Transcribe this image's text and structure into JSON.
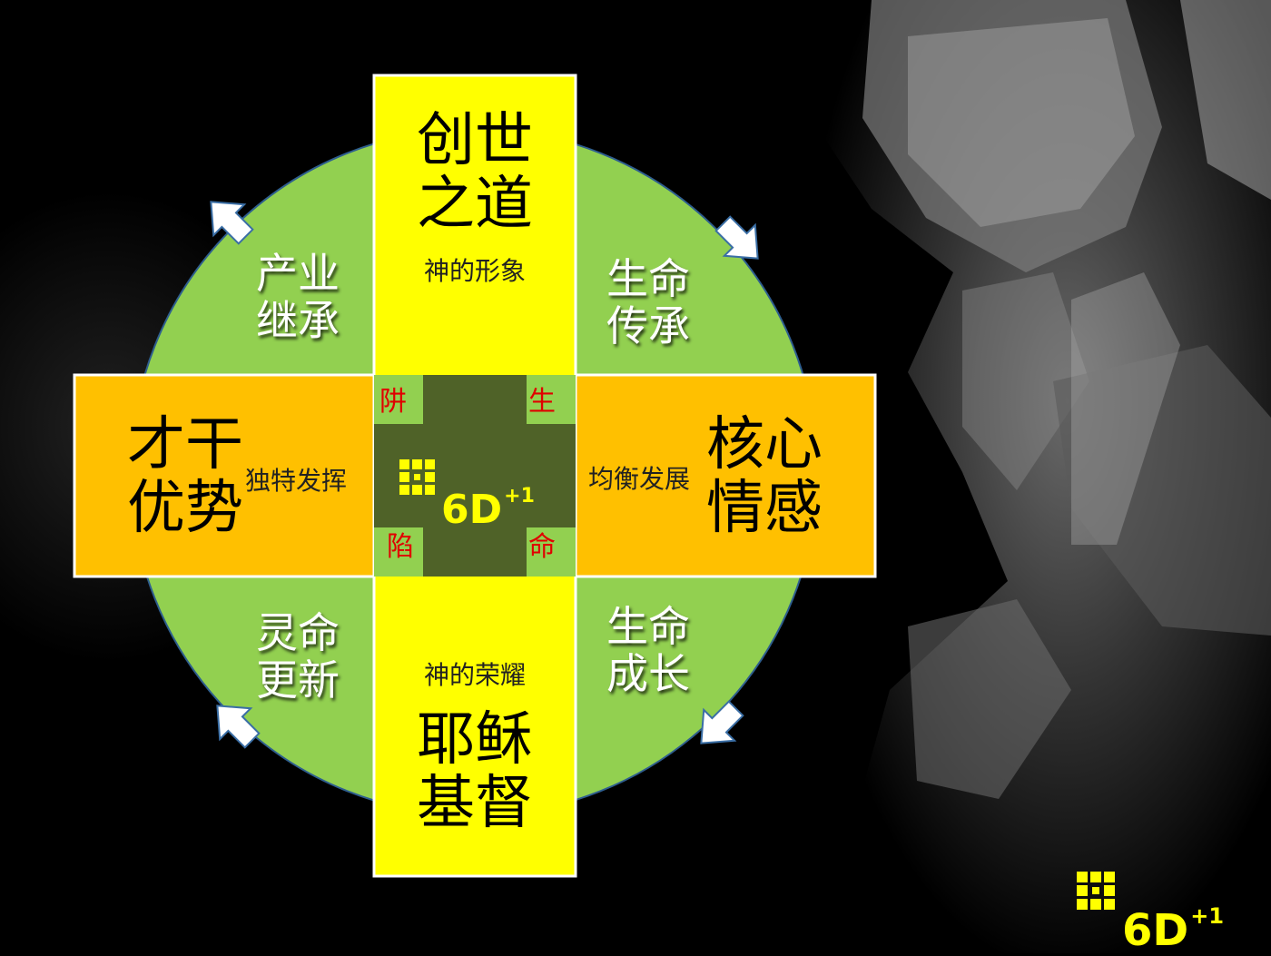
{
  "top": {
    "title": "创世\n之道",
    "subtitle": "神的形象"
  },
  "bottom": {
    "subtitle": "神的荣耀",
    "title": "耶稣\n基督"
  },
  "left": {
    "title": "才干\n优势",
    "subtitle": "独特发挥"
  },
  "right": {
    "subtitle": "均衡发展",
    "title": "核心\n情感"
  },
  "quadrants": {
    "top_left": "产业\n继承",
    "top_right": "生命\n传承",
    "bottom_left": "灵命\n更新",
    "bottom_right": "生命\n成长"
  },
  "center": {
    "corner_tl": "阱",
    "corner_tr": "生",
    "corner_bl": "陷",
    "corner_br": "命",
    "logo_text": "6D",
    "logo_sup": "+1"
  },
  "brand": {
    "logo_text": "6D",
    "logo_sup": "+1"
  },
  "colors": {
    "circle": "#92d050",
    "vertical_bar": "#ffff00",
    "horizontal_bar": "#ffc000",
    "center": "#4f6228",
    "logo": "#ffff00",
    "corner_text": "#e00000"
  }
}
